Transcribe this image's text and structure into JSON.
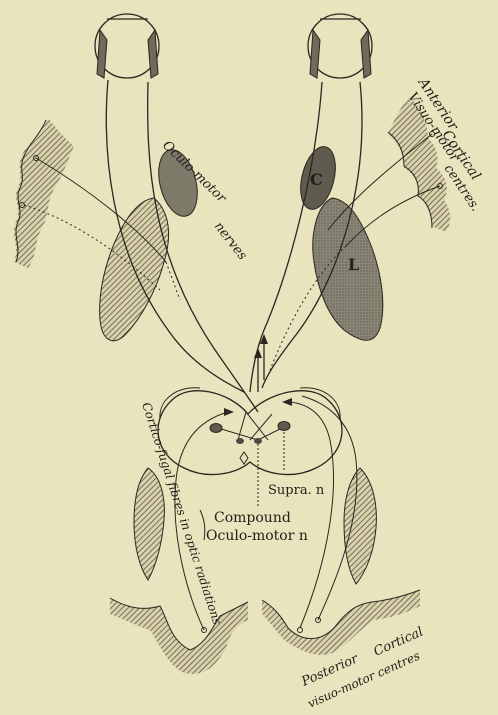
{
  "labels": {
    "anterior_line1": "Anterior",
    "anterior_line2": "Cortical",
    "anterior_line3": "Visuo-motor",
    "anterior_line4": "centres.",
    "oculo_motor": "Oculo-motor",
    "nerves": "nerves",
    "nucleus_c": "C",
    "nucleus_l": "L",
    "cortico_fugal": "Cortico-fugal fibres in optic radiations",
    "supra_n": "Supra. n",
    "compound": "Compound",
    "oculo_motor_n": "Oculo-motor n",
    "posterior_line1": "Posterior",
    "posterior_line2": "Cortical",
    "posterior_line3": "visuo-motor centres"
  },
  "colors": {
    "paper": "#e9e3be",
    "ink": "#2b2620",
    "shade": "#8a8474",
    "nucleus_fill": "#6b6759"
  }
}
